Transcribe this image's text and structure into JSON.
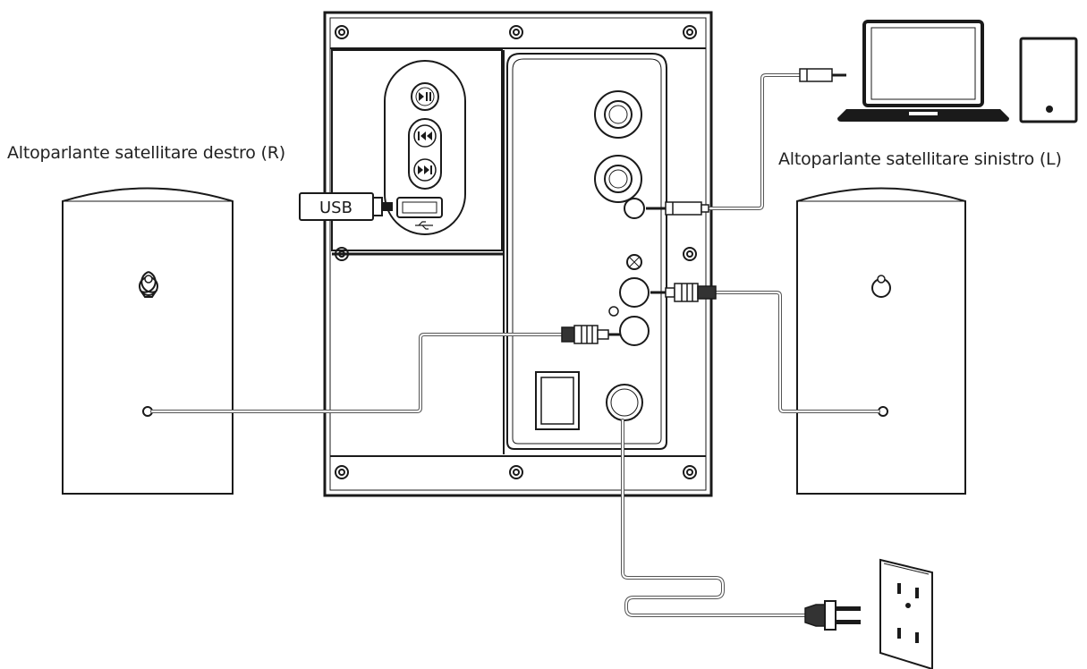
{
  "labels": {
    "right_speaker": "Altoparlante satellitare destro (R)",
    "left_speaker": "Altoparlante satellitare sinistro (L)",
    "usb": "USB"
  },
  "icons": [
    "play-pause-icon",
    "previous-track-icon",
    "next-track-icon",
    "usb-icon",
    "keyhole-mount-icon",
    "laptop-icon",
    "phone-icon",
    "power-plug-icon",
    "wall-outlet-icon"
  ],
  "colors": {
    "line": "#1a1a1a",
    "cable": "#555555",
    "background": "#ffffff"
  }
}
